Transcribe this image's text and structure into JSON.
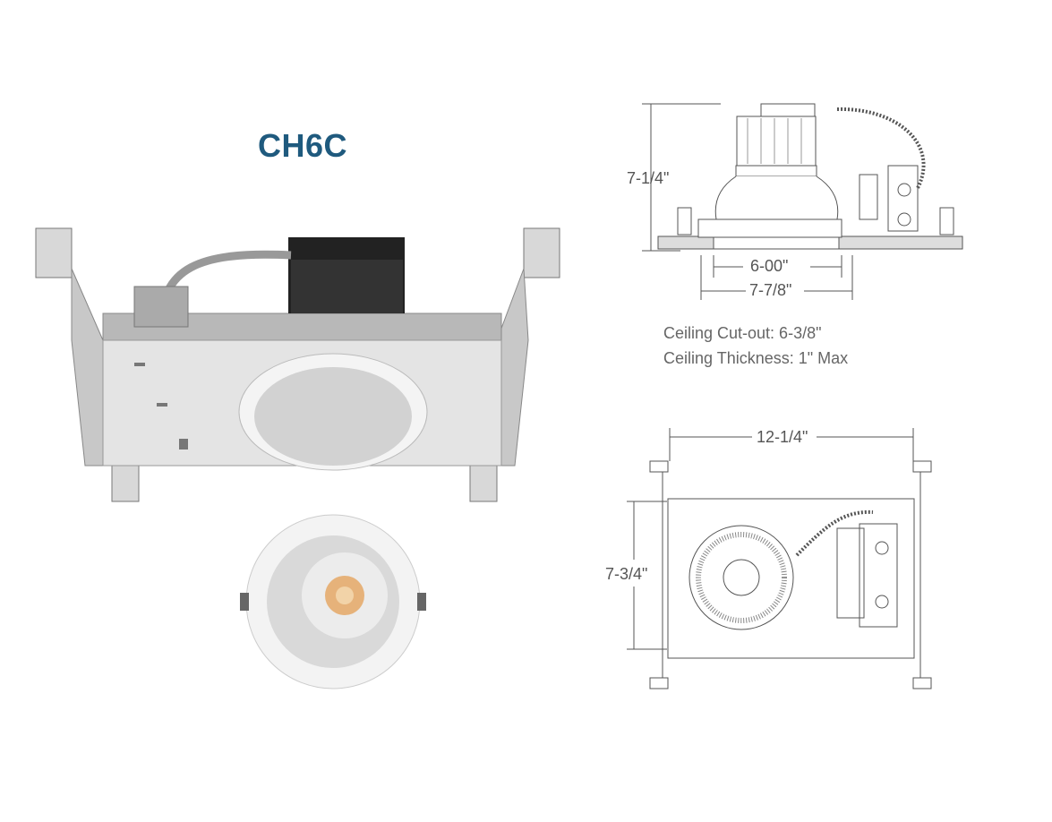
{
  "title": "CH6C",
  "side_view": {
    "height_label": "7-1/4\"",
    "aperture_label": "6-00\"",
    "flange_label": "7-7/8\""
  },
  "notes": {
    "cutout": "Ceiling Cut-out: 6-3/8\"",
    "thickness": "Ceiling Thickness: 1\" Max"
  },
  "top_view": {
    "width_label": "12-1/4\"",
    "depth_label": "7-3/4\""
  },
  "colors": {
    "title": "#1f5a7e",
    "line": "#555555"
  }
}
